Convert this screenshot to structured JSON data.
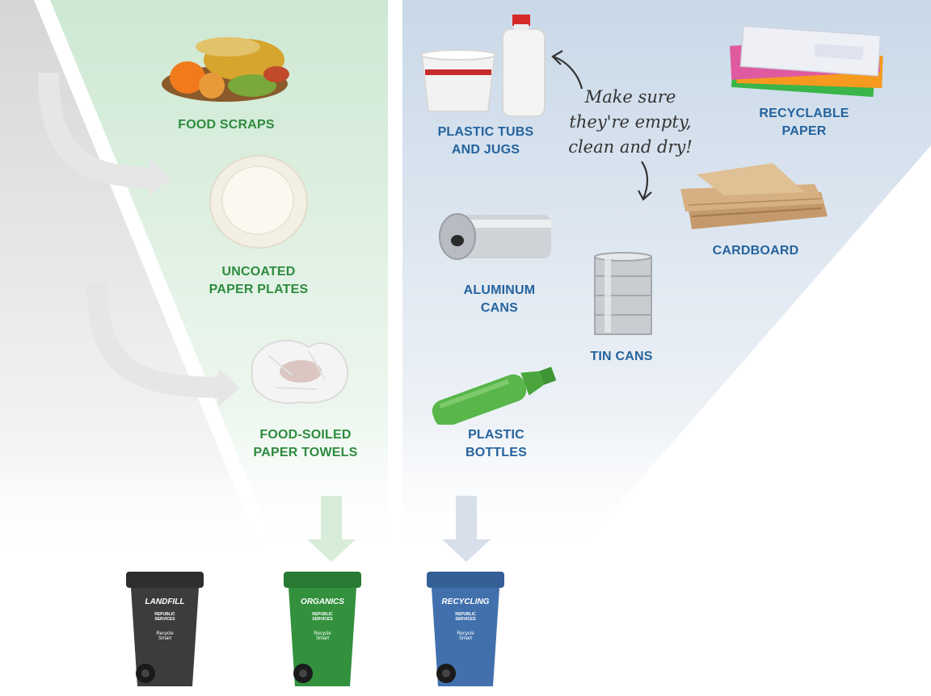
{
  "organics": {
    "items": [
      {
        "label_lines": [
          "FOOD SCRAPS"
        ],
        "icon": "food-scraps-icon"
      },
      {
        "label_lines": [
          "UNCOATED",
          "PAPER PLATES"
        ],
        "icon": "paper-plate-icon"
      },
      {
        "label_lines": [
          "FOOD-SOILED",
          "PAPER TOWELS"
        ],
        "icon": "paper-towel-icon"
      }
    ],
    "color": "#2e8b3e"
  },
  "recycling": {
    "items": [
      {
        "label_lines": [
          "PLASTIC TUBS",
          "AND JUGS"
        ],
        "icon": "tub-and-jug-icon"
      },
      {
        "label_lines": [
          "RECYCLABLE",
          "PAPER"
        ],
        "icon": "paper-stack-icon"
      },
      {
        "label_lines": [
          "CARDBOARD"
        ],
        "icon": "cardboard-icon"
      },
      {
        "label_lines": [
          "ALUMINUM",
          "CANS"
        ],
        "icon": "aluminum-can-icon"
      },
      {
        "label_lines": [
          "TIN CANS"
        ],
        "icon": "tin-can-icon"
      },
      {
        "label_lines": [
          "PLASTIC",
          "BOTTLES"
        ],
        "icon": "plastic-bottle-icon"
      }
    ],
    "color": "#24639e"
  },
  "note": {
    "lines": [
      "Make sure",
      "they're empty,",
      "clean and dry!"
    ]
  },
  "bins": [
    {
      "label": "LANDFILL",
      "color": "#3a3a3a",
      "brand": [
        "REPUBLIC",
        "SERVICES"
      ],
      "logo": [
        "Recycle",
        "Smart"
      ]
    },
    {
      "label": "ORGANICS",
      "color": "#2f8a3a",
      "brand": [
        "REPUBLIC",
        "SERVICES"
      ],
      "logo": [
        "Recycle",
        "Smart"
      ]
    },
    {
      "label": "RECYCLING",
      "color": "#3d6aa6",
      "brand": [
        "REPUBLIC",
        "SERVICES"
      ],
      "logo": [
        "Recycle",
        "Smart"
      ]
    }
  ]
}
